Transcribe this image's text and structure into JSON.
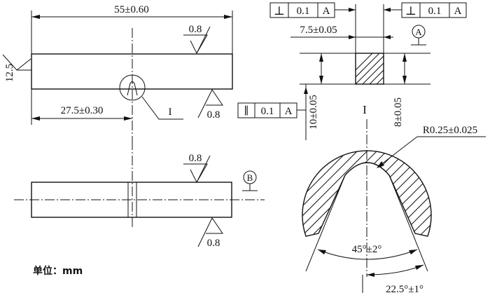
{
  "top_view": {
    "length_dim": "55±0.60",
    "half_length_dim": "27.5±0.30",
    "height_dim": "12.5",
    "roughness_top": "0.8",
    "roughness_bottom": "0.8",
    "detail_label": "I"
  },
  "bottom_view": {
    "roughness_top": "0.8",
    "roughness_bottom": "0.8",
    "datum": "B"
  },
  "section_view": {
    "fcf_top_left": {
      "symbol": "⊥",
      "tol": "0.1",
      "datum": "A"
    },
    "fcf_top_right": {
      "symbol": "⊥",
      "tol": "0.1",
      "datum": "A"
    },
    "fcf_left": {
      "symbol": "∥",
      "tol": "0.1",
      "datum": "A"
    },
    "width_dim": "7.5±0.05",
    "datum": "A",
    "height_dim_left": "10±0.05",
    "height_dim_right": "8±0.05"
  },
  "detail_view": {
    "label": "I",
    "radius_dim": "R0.25±0.025",
    "angle_dim": "45°±2°",
    "half_angle_dim": "22.5°±1°"
  },
  "units_note": "单位：mm"
}
